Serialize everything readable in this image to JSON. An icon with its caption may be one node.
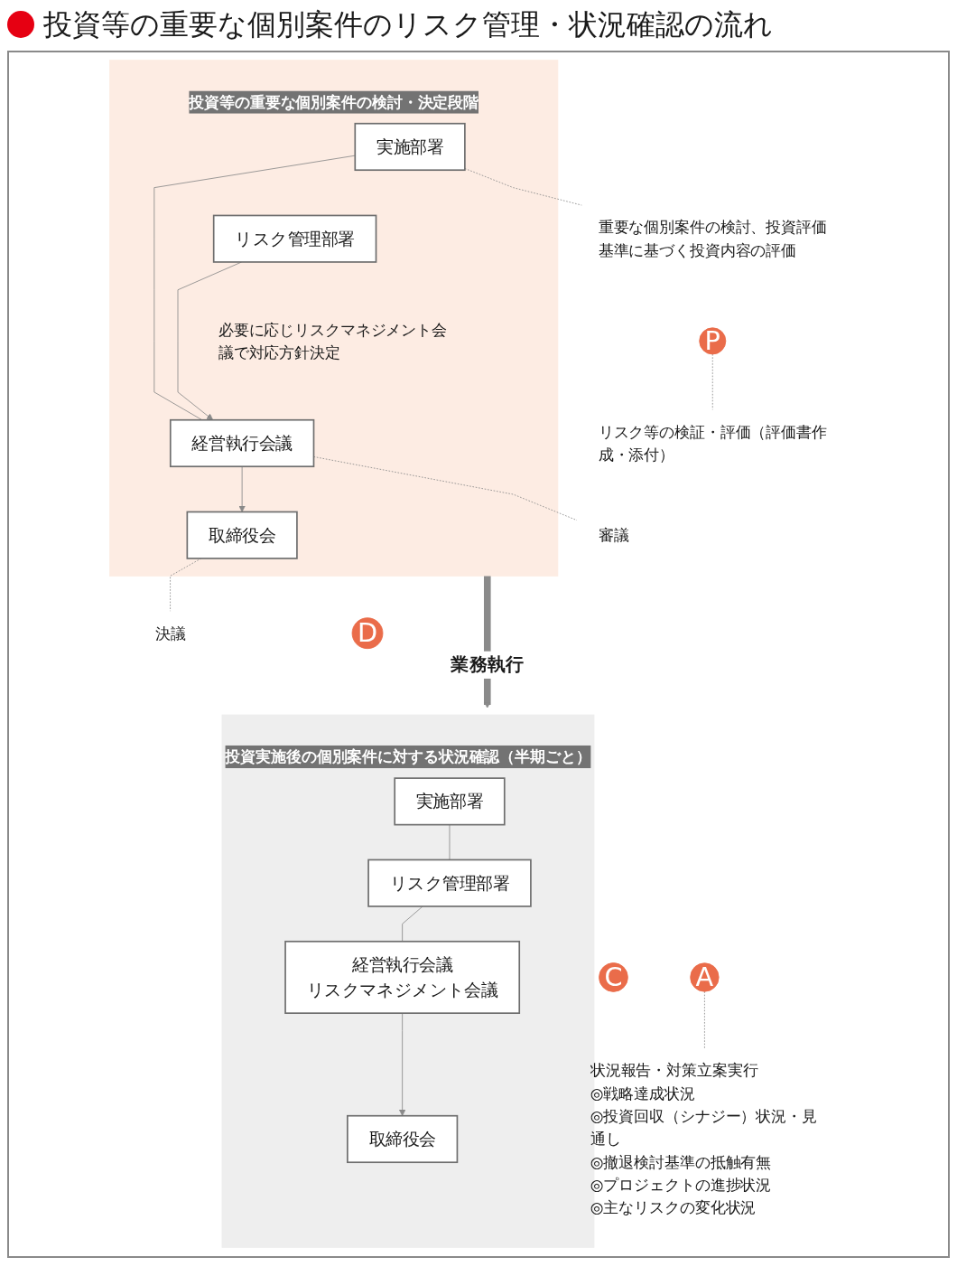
{
  "diagram": {
    "title": "投資等の重要な個別案件のリスク管理・状況確認の流れ",
    "nodes": [
      {
        "text": [
          "投資等の重要な個別案件の検討・決定段階"
        ]
      },
      {
        "text": [
          "実施部署"
        ],
        "in": 0
      },
      {
        "text": [
          "リスク管理部署"
        ],
        "in": 0,
        "beside": [
          "必要に応じリスクマネジメント会議で対応方針決定"
        ]
      },
      {
        "text": [
          "経営執行会議"
        ],
        "in": 0
      },
      {
        "text": [
          "取締役会"
        ],
        "in": 0
      },
      {
        "text": [
          "P"
        ]
      },
      {
        "text": [
          "重要な個別案件の検討、投資評価基準に基づく投資内容の評価"
        ]
      },
      {
        "text": [
          "リスク等の検証・評価（評価書作成・添付）"
        ]
      },
      {
        "text": [
          "審議"
        ]
      },
      {
        "text": [
          "決議"
        ]
      },
      {
        "text": [
          "D"
        ]
      },
      {
        "text": [
          "投資実施後の個別案件に対する状況確認（半期ごと）"
        ]
      },
      {
        "text": [
          "実施部署"
        ],
        "in": 11
      },
      {
        "text": [
          "リスク管理部署"
        ],
        "in": 11
      },
      {
        "text": [
          "経営執行会議",
          "リスクマネジメント会議"
        ],
        "in": 11
      },
      {
        "text": [
          "取締役会"
        ],
        "in": 11
      },
      {
        "text": [
          "C"
        ]
      },
      {
        "text": [
          "A"
        ]
      },
      {
        "text": [
          "状況報告・対策立案実行",
          "◎戦略達成状況",
          "◎投資回収（シナジー）状況・見通し",
          "◎撤退検討基準の抵触有無",
          "◎プロジェクトの進捗状況",
          "◎主なリスクの変化状況"
        ]
      }
    ],
    "edges": [
      {
        "from": 1,
        "to": 3,
        "arrow": "none"
      },
      {
        "from": 2,
        "to": 3,
        "arrow": "to"
      },
      {
        "from": 3,
        "to": 4,
        "arrow": "to"
      },
      {
        "from": 1,
        "to": 6,
        "arrow": "none",
        "style": "dashed"
      },
      {
        "from": 5,
        "to": 7,
        "arrow": "none",
        "style": "dashed"
      },
      {
        "from": 3,
        "to": 8,
        "arrow": "none",
        "style": "dashed"
      },
      {
        "from": 4,
        "to": 9,
        "arrow": "none",
        "style": "dashed"
      },
      {
        "from": 0,
        "to": 11,
        "arrow": "to",
        "style": "thick",
        "label": "業務執行"
      },
      {
        "from": 12,
        "to": 13,
        "arrow": "none"
      },
      {
        "from": 13,
        "to": 14,
        "arrow": "none"
      },
      {
        "from": 14,
        "to": 15,
        "arrow": "to"
      },
      {
        "from": 17,
        "to": 18,
        "arrow": "none",
        "style": "dashed"
      }
    ]
  }
}
